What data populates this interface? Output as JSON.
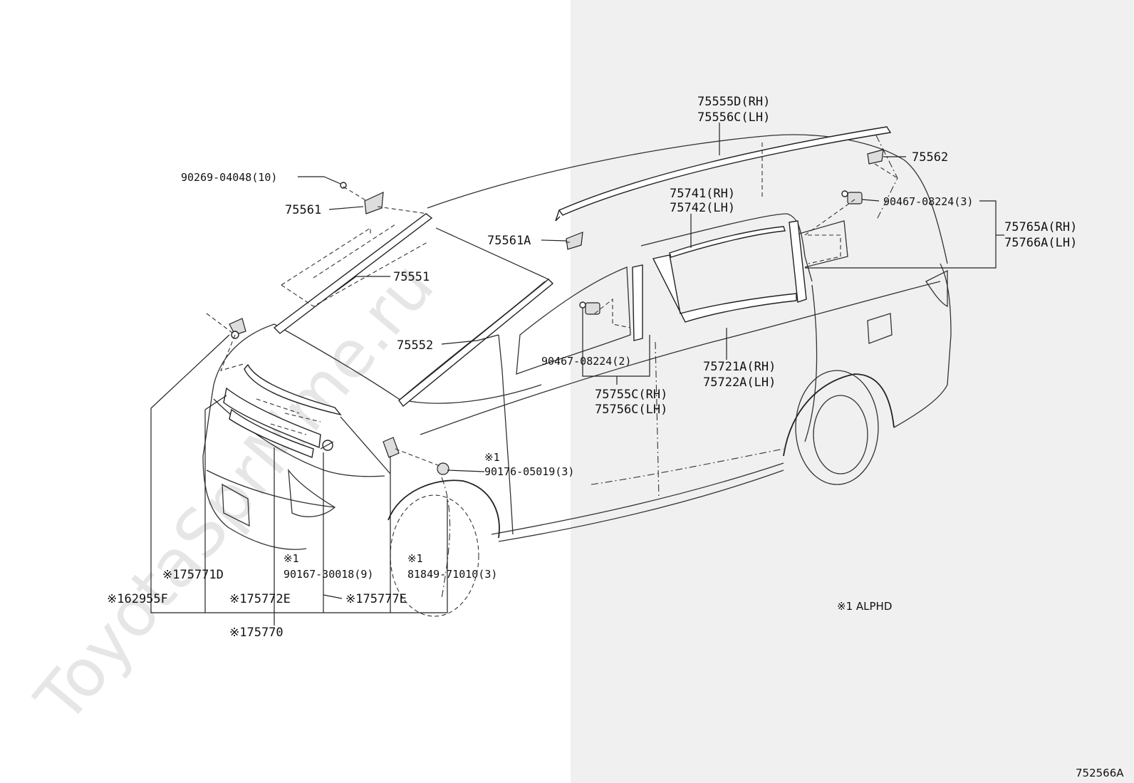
{
  "watermark": "ToyotaSprMme.ru",
  "figure_code": "752566A",
  "note": "※1 ALPHD",
  "labels": {
    "p90269": "90269-04048(10)",
    "p75561": "75561",
    "p75551": "75551",
    "p75552": "75552",
    "p75561A": "75561A",
    "p75555D": "75555D(RH)",
    "p75556C": "75556C(LH)",
    "p75562": "75562",
    "p75741": "75741(RH)",
    "p75742": "75742(LH)",
    "p90467a": "90467-08224(3)",
    "p75765A": "75765A(RH)",
    "p75766A": "75766A(LH)",
    "p90467b": "90467-08224(2)",
    "p75755C": "75755C(RH)",
    "p75756C": "75756C(LH)",
    "p75721A": "75721A(RH)",
    "p75722A": "75722A(LH)",
    "mark1": "※1",
    "p90176": "90176-05019(3)",
    "mark2": "※1",
    "p90167": "90167-30018(9)",
    "mark3": "※1",
    "p81849": "81849-71010(3)",
    "p75771D": "※175771D",
    "p62955F": "※162955F",
    "p75772E": "※175772E",
    "p75777E": "※175777E",
    "p75770": "※175770"
  }
}
